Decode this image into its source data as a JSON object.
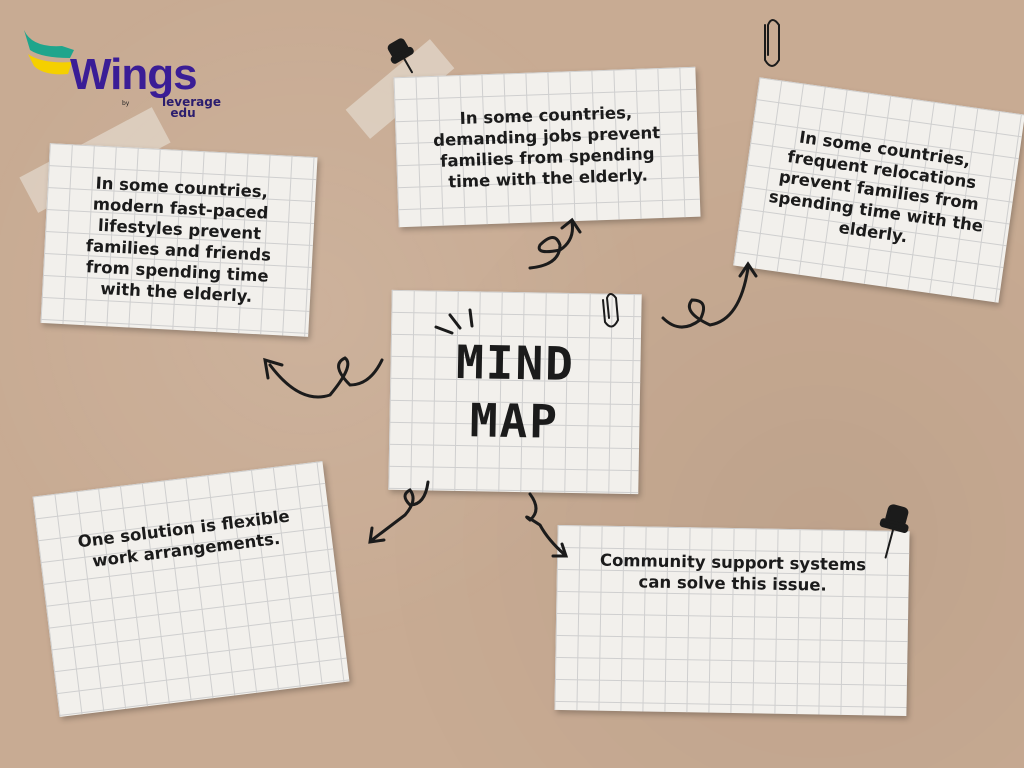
{
  "logo": {
    "brand": "Wings",
    "by": "by",
    "partner_line1": "leverage",
    "partner_line2": "edu",
    "colors": {
      "brand": "#3a1d96",
      "teal": "#1fa58c",
      "yellow": "#f5d000"
    }
  },
  "center": {
    "line1": "MIND",
    "line2": "MAP"
  },
  "nodes": [
    {
      "text": "In some countries, modern fast-paced lifestyles prevent families and friends from spending time with the elderly."
    },
    {
      "text": "In some countries, demanding jobs prevent families from spending time with the elderly."
    },
    {
      "text": "In some countries, frequent relocations prevent families from spending time with the elderly."
    },
    {
      "text": "One solution is flexible work arrangements."
    },
    {
      "text": "Community support systems can solve this issue."
    }
  ],
  "decorations": [
    "pushpin-icon",
    "paperclip-icon",
    "curly-arrow-icon"
  ]
}
